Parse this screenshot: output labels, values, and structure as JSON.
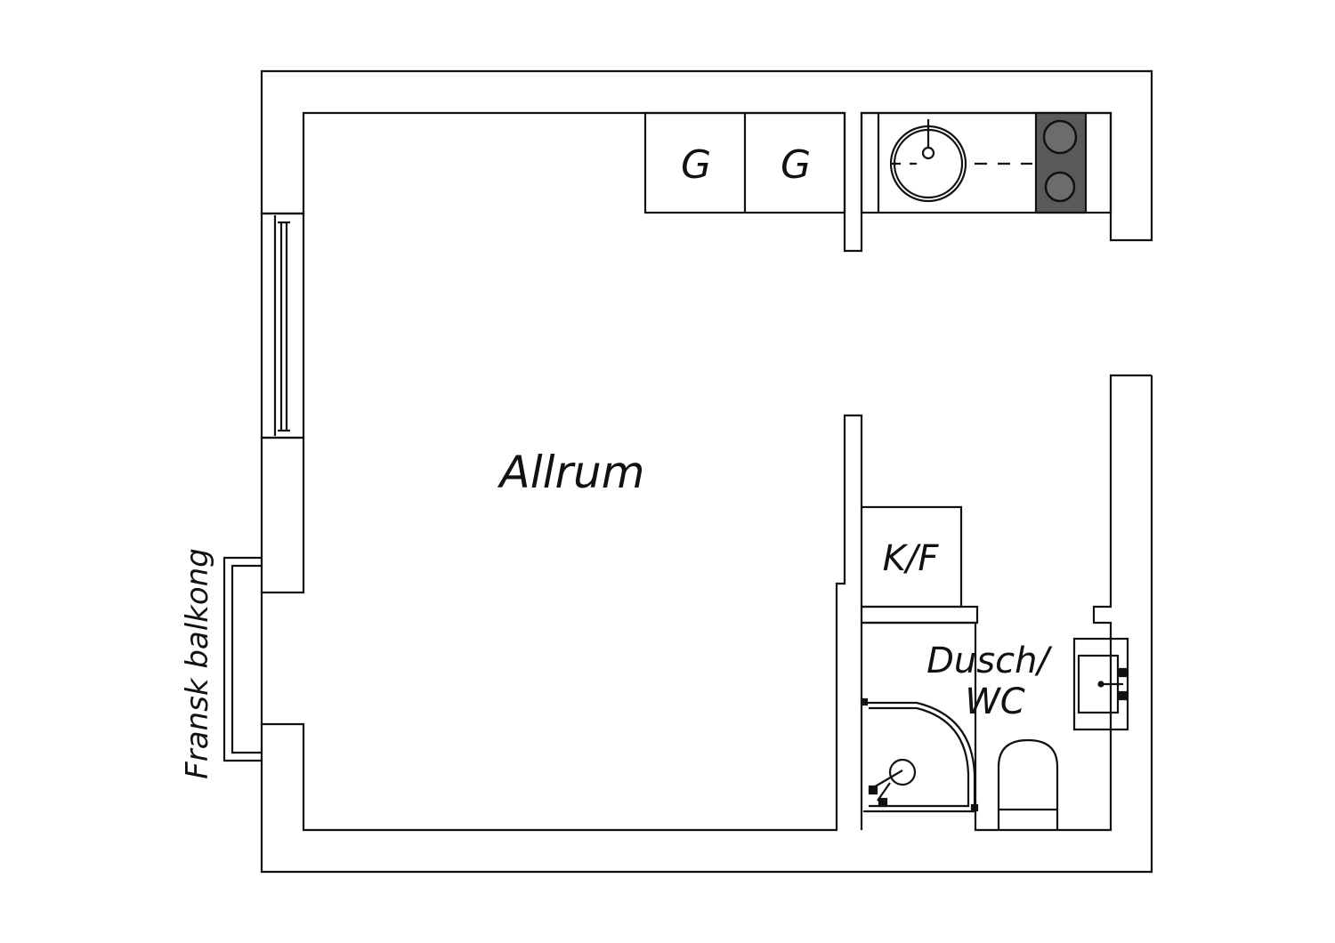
{
  "rooms": {
    "living": "Allrum",
    "bathroom_line1": "Dusch/",
    "bathroom_line2": "WC"
  },
  "fixtures": {
    "wardrobe_1": "G",
    "wardrobe_2": "G",
    "fridge_freezer": "K/F"
  },
  "balcony": "Fransk balkong",
  "colors": {
    "line": "#111111",
    "stove": "#5a5a5a",
    "background": "#ffffff"
  }
}
